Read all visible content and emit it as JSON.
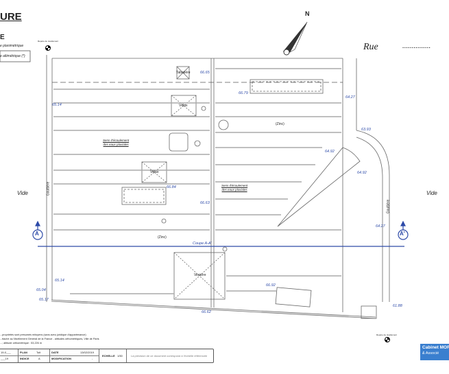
{
  "header": {
    "title": "URE",
    "subtitle": "E",
    "legend": [
      "e planimétrique",
      "e altimétrique (*)"
    ],
    "benchmark_label": "Repère de nivellement"
  },
  "north": "N",
  "street": {
    "label": "Rue",
    "value": "..............."
  },
  "sides": {
    "left": "Vide",
    "right": "Vide"
  },
  "gutters": [
    "Gouttière",
    "Gouttière"
  ],
  "features": {
    "tabatiere": "Tabatière",
    "velux1": "Vélux",
    "velux2": "Vélux",
    "zinc1": "(Zinc)",
    "zinc2": "(Zinc)",
    "verriere": "Verrière",
    "coupe": "Coupe A-A'"
  },
  "flow": [
    {
      "l1": "Sens d'écoulement",
      "l2": "des eaux pluviales"
    },
    {
      "l1": "Sens d'écoulement",
      "l2": "des eaux pluviales"
    }
  ],
  "section_markers": [
    "A",
    "A'"
  ],
  "elevations": [
    "66.65",
    "66.79",
    "64.27",
    "65.14",
    "63.93",
    "64.92",
    "64.92",
    "66.84",
    "66.63",
    "64.27",
    "65.14",
    "65.04",
    "65.17",
    "66.62",
    "66.92",
    "61.88"
  ],
  "notes": [
    "...propriétés sont présumés mitoyens (sans aveu juridique d'appartenance)",
    "...ttaché au Nivellement Général de la France - altitudes orthométriques, Ville de Paris",
    "...; altitude orthométrique : 53,226 m"
  ],
  "title_block": {
    "ref1": "19-0___",
    "ref2": "___19",
    "plan_label": "PLAN",
    "plan_value": "Toit",
    "indice_label": "INDICE",
    "indice_value": "A",
    "date_label": "DATE",
    "date_value": "13/02/2019",
    "modif_label": "MODIFICATION",
    "modif_value": "-",
    "echelle_label": "ECHELLE",
    "echelle_value": "1/50",
    "precision": "La précision de ce document correspond à l'échelle référencée"
  },
  "logo": {
    "line1": "Cabinet MOR",
    "line2": "& Associé"
  },
  "colors": {
    "blue": "#2d4aa8",
    "logo": "#3a7fcf"
  }
}
